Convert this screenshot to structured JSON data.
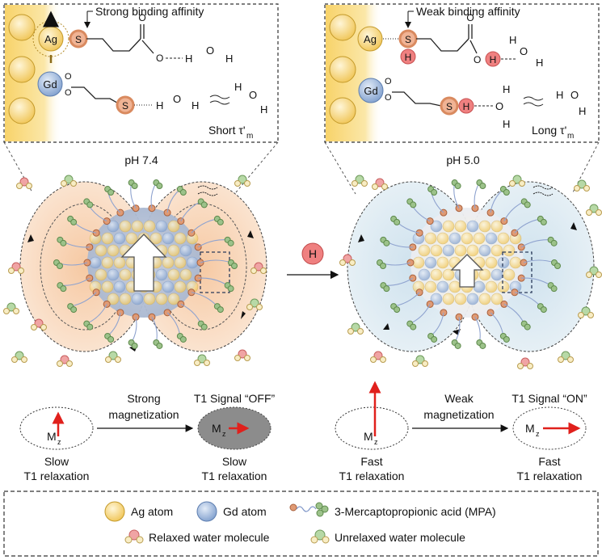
{
  "panels": {
    "left_inset": {
      "annotation": "Strong binding affinity",
      "corner_label": "Short τ'",
      "corner_sub": "m"
    },
    "right_inset": {
      "annotation": "Weak binding affinity",
      "corner_label": "Long τ'",
      "corner_sub": "m"
    }
  },
  "atoms": {
    "ag": "Ag",
    "gd": "Gd",
    "s": "S",
    "h": "H",
    "o": "O"
  },
  "conditions": {
    "left_ph": "pH 7.4",
    "right_ph": "pH 5.0",
    "proton": "H"
  },
  "relaxation": {
    "mz": "M",
    "mz_sub": "z",
    "left_arrow_top": "Strong",
    "left_arrow_bottom": "magnetization",
    "left_signal": "T1 Signal “OFF”",
    "left_before_1": "Slow",
    "left_before_2": "T1 relaxation",
    "left_after_1": "Slow",
    "left_after_2": "T1 relaxation",
    "right_arrow_top": "Weak",
    "right_arrow_bottom": "magnetization",
    "right_signal": "T1 Signal “ON”",
    "right_before_1": "Fast",
    "right_before_2": "T1 relaxation",
    "right_after_1": "Fast",
    "right_after_2": "T1 relaxation"
  },
  "legend": {
    "ag_atom": "Ag atom",
    "gd_atom": "Gd atom",
    "mpa": "3-Mercaptopropionic acid (MPA)",
    "relaxed": "Relaxed water molecule",
    "unrelaxed": "Unrelaxed water molecule"
  },
  "colors": {
    "ag": "#f6d77a",
    "gd": "#9db8dc",
    "s_ring": "#d98a5f",
    "h_red": "#ef8080",
    "arrow_red": "#e0201c",
    "lobe_left": "#f7d5b8",
    "lobe_right": "#d6e6f0"
  }
}
